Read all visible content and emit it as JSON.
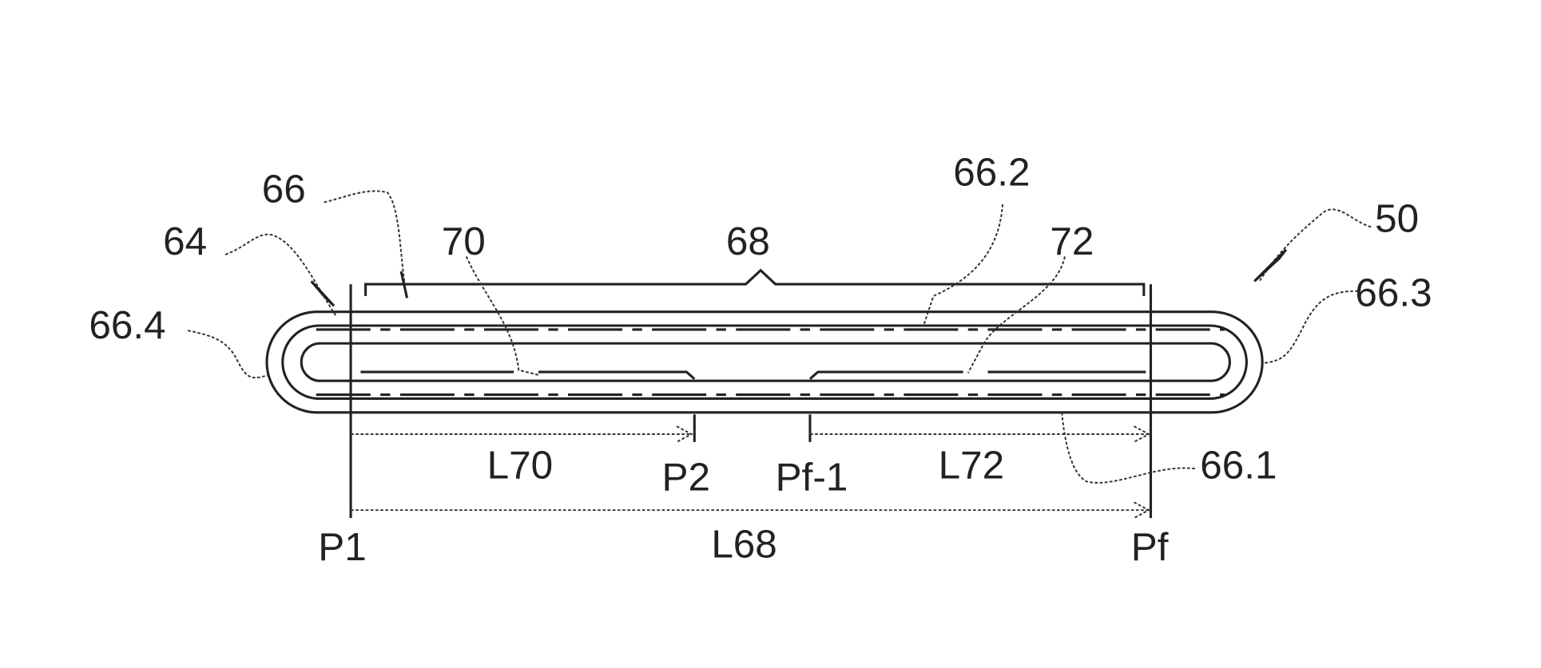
{
  "labels": {
    "l64": "64",
    "l66": "66",
    "l70": "70",
    "l68": "68",
    "l66_2": "66.2",
    "l72": "72",
    "l50": "50",
    "l66_3": "66.3",
    "l66_4": "66.4",
    "lL70": "L70",
    "lP2": "P2",
    "lPf1": "Pf-1",
    "lL72": "L72",
    "l66_1": "66.1",
    "lP1": "P1",
    "lL68": "L68",
    "lPf": "Pf"
  }
}
